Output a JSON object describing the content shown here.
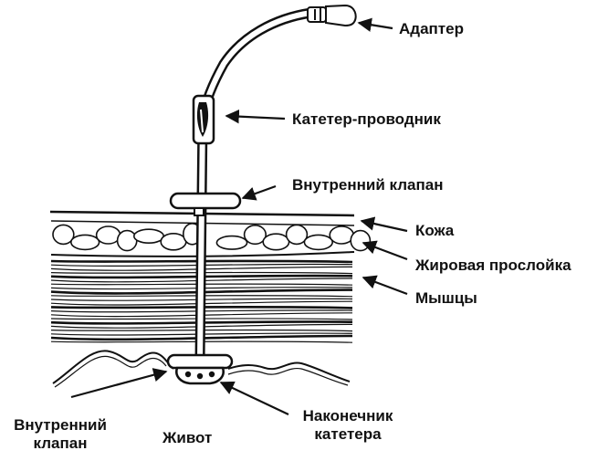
{
  "labels": {
    "adapter": "Адаптер",
    "catheter_guide": "Катетер-проводник",
    "inner_valve_top": "Внутренний клапан",
    "skin": "Кожа",
    "fat_layer": "Жировая прослойка",
    "muscles": "Мышцы",
    "inner_valve_bottom_line1": "Внутренний",
    "inner_valve_bottom_line2": "клапан",
    "abdomen": "Живот",
    "catheter_tip_line1": "Наконечник",
    "catheter_tip_line2": "катетера"
  },
  "colors": {
    "ink": "#111111",
    "background": "#ffffff"
  }
}
